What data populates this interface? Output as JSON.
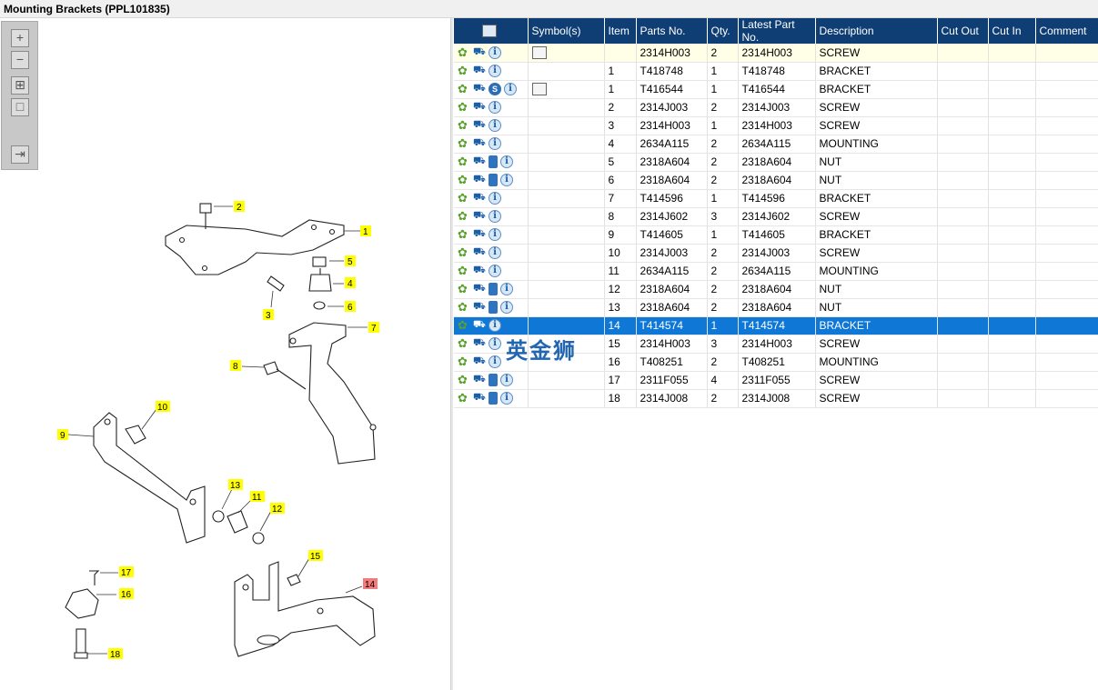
{
  "title": "Mounting Brackets (PPL101835)",
  "toolbar": {
    "zoom_in": "+",
    "zoom_out": "−",
    "fit": "⊞",
    "actual": "□",
    "toggle": "⇥"
  },
  "table": {
    "columns": [
      "",
      "Symbol(s)",
      "Item",
      "Parts No.",
      "Qty.",
      "Latest Part No.",
      "Description",
      "Cut Out",
      "Cut In",
      "Comment"
    ],
    "rows": [
      {
        "icons": [
          "gear",
          "cart",
          "info"
        ],
        "symbol": "mag",
        "item": "",
        "part": "2314H003",
        "qty": "2",
        "latest": "2314H003",
        "desc": "SCREW"
      },
      {
        "icons": [
          "gear",
          "cart",
          "info"
        ],
        "symbol": "",
        "item": "1",
        "part": "T418748",
        "qty": "1",
        "latest": "T418748",
        "desc": "BRACKET"
      },
      {
        "icons": [
          "gear",
          "cart",
          "s",
          "info"
        ],
        "symbol": "mag",
        "item": "1",
        "part": "T416544",
        "qty": "1",
        "latest": "T416544",
        "desc": "BRACKET"
      },
      {
        "icons": [
          "gear",
          "cart",
          "info"
        ],
        "symbol": "",
        "item": "2",
        "part": "2314J003",
        "qty": "2",
        "latest": "2314J003",
        "desc": "SCREW"
      },
      {
        "icons": [
          "gear",
          "cart",
          "info"
        ],
        "symbol": "",
        "item": "3",
        "part": "2314H003",
        "qty": "1",
        "latest": "2314H003",
        "desc": "SCREW"
      },
      {
        "icons": [
          "gear",
          "cart",
          "info"
        ],
        "symbol": "",
        "item": "4",
        "part": "2634A115",
        "qty": "2",
        "latest": "2634A115",
        "desc": "MOUNTING"
      },
      {
        "icons": [
          "gear",
          "cart",
          "book",
          "info"
        ],
        "symbol": "",
        "item": "5",
        "part": "2318A604",
        "qty": "2",
        "latest": "2318A604",
        "desc": "NUT"
      },
      {
        "icons": [
          "gear",
          "cart",
          "book",
          "info"
        ],
        "symbol": "",
        "item": "6",
        "part": "2318A604",
        "qty": "2",
        "latest": "2318A604",
        "desc": "NUT"
      },
      {
        "icons": [
          "gear",
          "cart",
          "info"
        ],
        "symbol": "",
        "item": "7",
        "part": "T414596",
        "qty": "1",
        "latest": "T414596",
        "desc": "BRACKET"
      },
      {
        "icons": [
          "gear",
          "cart",
          "info"
        ],
        "symbol": "",
        "item": "8",
        "part": "2314J602",
        "qty": "3",
        "latest": "2314J602",
        "desc": "SCREW"
      },
      {
        "icons": [
          "gear",
          "cart",
          "info"
        ],
        "symbol": "",
        "item": "9",
        "part": "T414605",
        "qty": "1",
        "latest": "T414605",
        "desc": "BRACKET"
      },
      {
        "icons": [
          "gear",
          "cart",
          "info"
        ],
        "symbol": "",
        "item": "10",
        "part": "2314J003",
        "qty": "2",
        "latest": "2314J003",
        "desc": "SCREW"
      },
      {
        "icons": [
          "gear",
          "cart",
          "info"
        ],
        "symbol": "",
        "item": "11",
        "part": "2634A115",
        "qty": "2",
        "latest": "2634A115",
        "desc": "MOUNTING"
      },
      {
        "icons": [
          "gear",
          "cart",
          "book",
          "info"
        ],
        "symbol": "",
        "item": "12",
        "part": "2318A604",
        "qty": "2",
        "latest": "2318A604",
        "desc": "NUT"
      },
      {
        "icons": [
          "gear",
          "cart",
          "book",
          "info"
        ],
        "symbol": "",
        "item": "13",
        "part": "2318A604",
        "qty": "2",
        "latest": "2318A604",
        "desc": "NUT"
      },
      {
        "icons": [
          "gear",
          "cart",
          "info"
        ],
        "symbol": "",
        "item": "14",
        "part": "T414574",
        "qty": "1",
        "latest": "T414574",
        "desc": "BRACKET",
        "selected": true
      },
      {
        "icons": [
          "gear",
          "cart",
          "info"
        ],
        "symbol": "",
        "item": "15",
        "part": "2314H003",
        "qty": "3",
        "latest": "2314H003",
        "desc": "SCREW"
      },
      {
        "icons": [
          "gear",
          "cart",
          "info"
        ],
        "symbol": "",
        "item": "16",
        "part": "T408251",
        "qty": "2",
        "latest": "T408251",
        "desc": "MOUNTING"
      },
      {
        "icons": [
          "gear",
          "cart",
          "book",
          "info"
        ],
        "symbol": "",
        "item": "17",
        "part": "2311F055",
        "qty": "4",
        "latest": "2311F055",
        "desc": "SCREW"
      },
      {
        "icons": [
          "gear",
          "cart",
          "book",
          "info"
        ],
        "symbol": "",
        "item": "18",
        "part": "2314J008",
        "qty": "2",
        "latest": "2314J008",
        "desc": "SCREW"
      }
    ]
  },
  "callouts": [
    "1",
    "2",
    "3",
    "4",
    "5",
    "6",
    "7",
    "8",
    "9",
    "10",
    "11",
    "12",
    "13",
    "14",
    "15",
    "16",
    "17",
    "18"
  ],
  "watermark": "英金狮",
  "colors": {
    "header": "#0f3e75",
    "selected": "#0f78d7",
    "callout": "#ffff00",
    "callout_active": "#f47b7b"
  }
}
